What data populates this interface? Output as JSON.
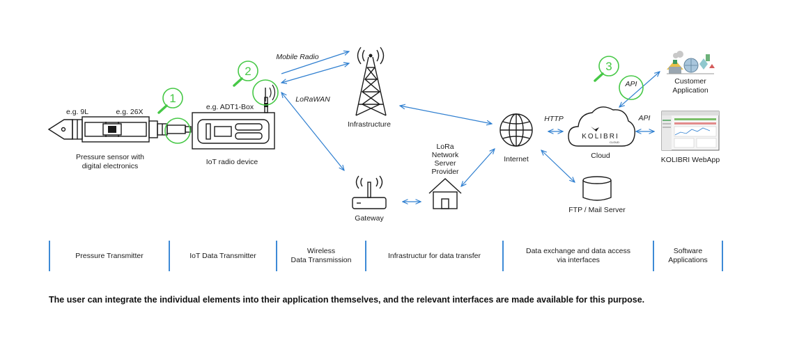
{
  "labels": {
    "eg_9l": "e.g. 9L",
    "eg_26x": "e.g. 26X",
    "sensor_caption_1": "Pressure sensor with",
    "sensor_caption_2": "digital electronics",
    "eg_adt1": "e.g. ADT1-Box",
    "iot_radio_device": "IoT radio device",
    "mobile_radio": "Mobile Radio",
    "lorawan": "LoRaWAN",
    "infrastructure": "Infrastructure",
    "gateway": "Gateway",
    "lora_1": "LoRa",
    "lora_2": "Network",
    "lora_3": "Server",
    "lora_4": "Provider",
    "internet": "Internet",
    "http": "HTTP",
    "cloud": "Cloud",
    "kolibri_logo": "KOLIBRI",
    "kolibri_logo_sub": "CLOUD",
    "api_1": "API",
    "api_2": "API",
    "customer_app_1": "Customer",
    "customer_app_2": "Application",
    "webapp": "KOLIBRI WebApp",
    "ftp": "FTP / Mail Server",
    "step_1": "1",
    "step_2": "2",
    "step_3": "3"
  },
  "categories": [
    "Pressure Transmitter",
    "IoT Data Transmitter",
    "Wireless\nData Transmission",
    "Infrastructur for data transfer",
    "Data exchange and data access\nvia interfaces",
    "Software\nApplications"
  ],
  "footer": "The user can integrate the individual elements into their application themselves, and the relevant interfaces are made available for this purpose.",
  "colors": {
    "arrow": "#2f7fd0",
    "highlight": "#46c846",
    "divider": "#3d8ad6"
  }
}
